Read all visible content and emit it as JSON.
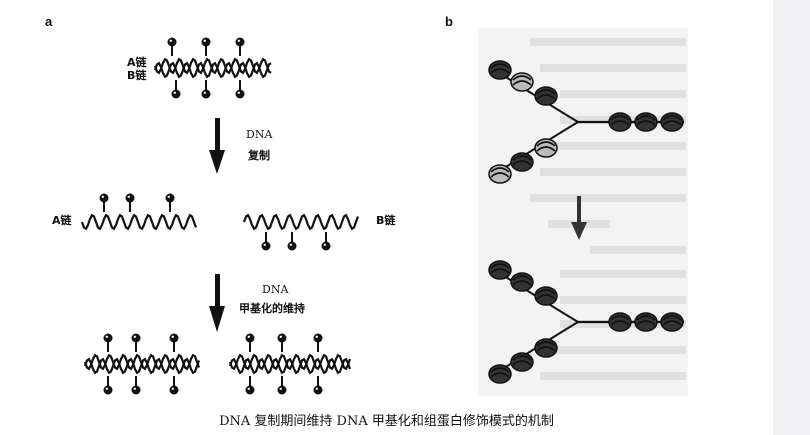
{
  "panel_a": {
    "letter": "a",
    "strand_a_label": "A链",
    "strand_b_label": "B链",
    "step1_line1": "DNA",
    "step1_line2": "复制",
    "step2_line1": "DNA",
    "step2_line2": "甲基化的维持"
  },
  "panel_b": {
    "letter": "b"
  },
  "caption": "DNA 复制期间维持 DNA 甲基化和组蛋白修饰模式的机制",
  "colors": {
    "ink": "#111111",
    "photo_bg": "#f3f3f3",
    "right_strip": "#f1f1f3"
  }
}
